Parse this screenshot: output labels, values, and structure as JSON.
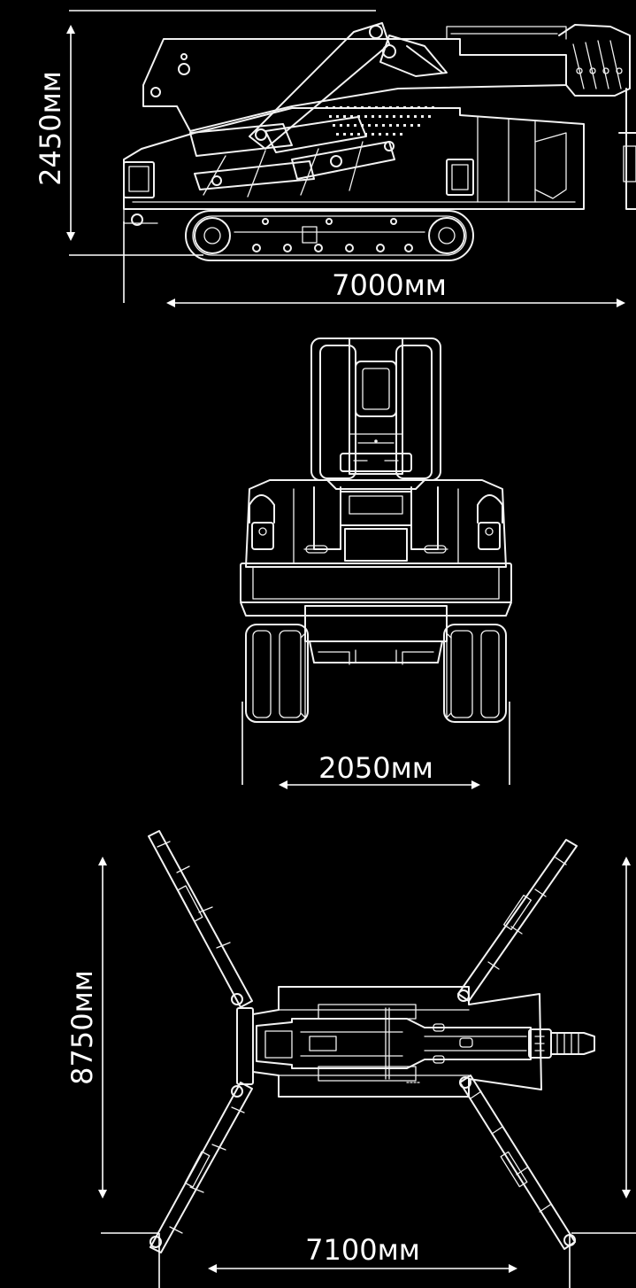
{
  "dimensions": {
    "height": "2450мм",
    "length": "7000мм",
    "track_width": "2050мм",
    "outrigger_depth": "8750мм",
    "outrigger_span": "7100мм"
  },
  "colors": {
    "background": "#000000",
    "line": "#f2f2f2"
  }
}
